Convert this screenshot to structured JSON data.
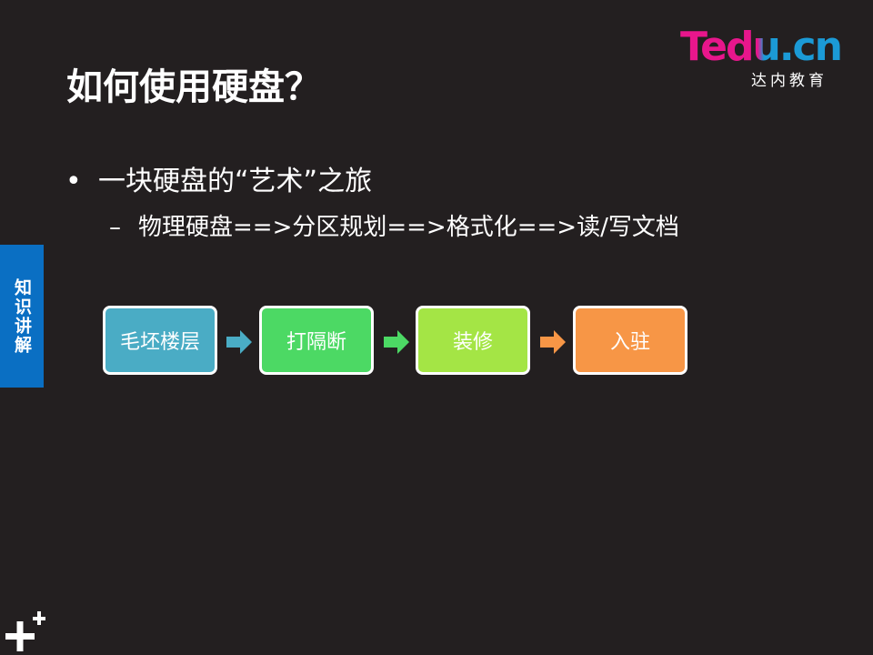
{
  "logo": {
    "wordmark": "Tedu.cn",
    "subtitle": "达内教育"
  },
  "slide": {
    "title": "如何使用硬盘？",
    "bullets": [
      {
        "marker": "•",
        "text": "一块硬盘的“艺术”之旅"
      },
      {
        "marker": "–",
        "text": "物理硬盘==>分区规划==>格式化==>读/写文档"
      }
    ]
  },
  "side_tab": {
    "label": "知识讲解",
    "color": "#0a6fc3"
  },
  "flow": {
    "steps": [
      {
        "label": "毛坯楼层",
        "color": "#4aacc5"
      },
      {
        "label": "打隔断",
        "color": "#4cd964"
      },
      {
        "label": "装修",
        "color": "#a4e545"
      },
      {
        "label": "入驻",
        "color": "#f79646"
      }
    ],
    "arrows": [
      {
        "icon": "arrow-right-icon",
        "color": "#4aacc5"
      },
      {
        "icon": "arrow-right-icon",
        "color": "#4cd964"
      },
      {
        "icon": "arrow-right-icon",
        "color": "#f79646"
      }
    ]
  },
  "colors": {
    "background": "#231f20",
    "logo_pink": "#e8168c",
    "logo_blue": "#1b9ad6"
  }
}
